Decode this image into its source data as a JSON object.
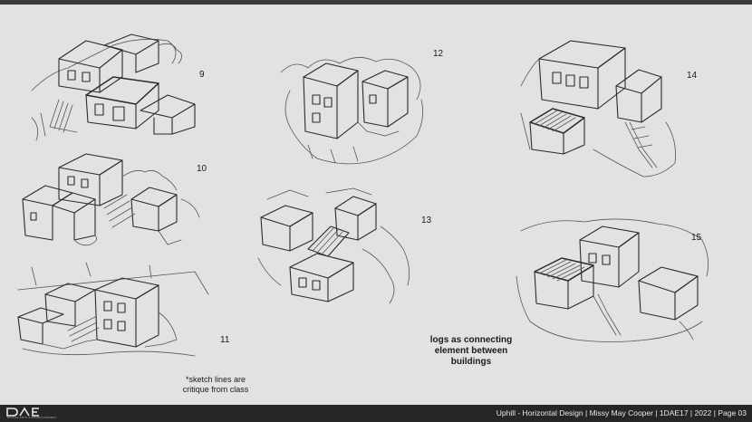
{
  "sketches": [
    {
      "number": "9"
    },
    {
      "number": "10"
    },
    {
      "number": "11"
    },
    {
      "number": "12"
    },
    {
      "number": "13"
    },
    {
      "number": "14"
    },
    {
      "number": "15"
    }
  ],
  "notes": {
    "critique": "*sketch lines are critique from class",
    "logs": "logs as connecting element between buildings"
  },
  "footer": {
    "logo": "DAE",
    "logo_caption": "DIGITAL ARTS & ENTERTAINMENT",
    "credits": "Uphill - Horizontal Design | Missy May Cooper | 1DAE17 | 2022 | Page 03"
  }
}
